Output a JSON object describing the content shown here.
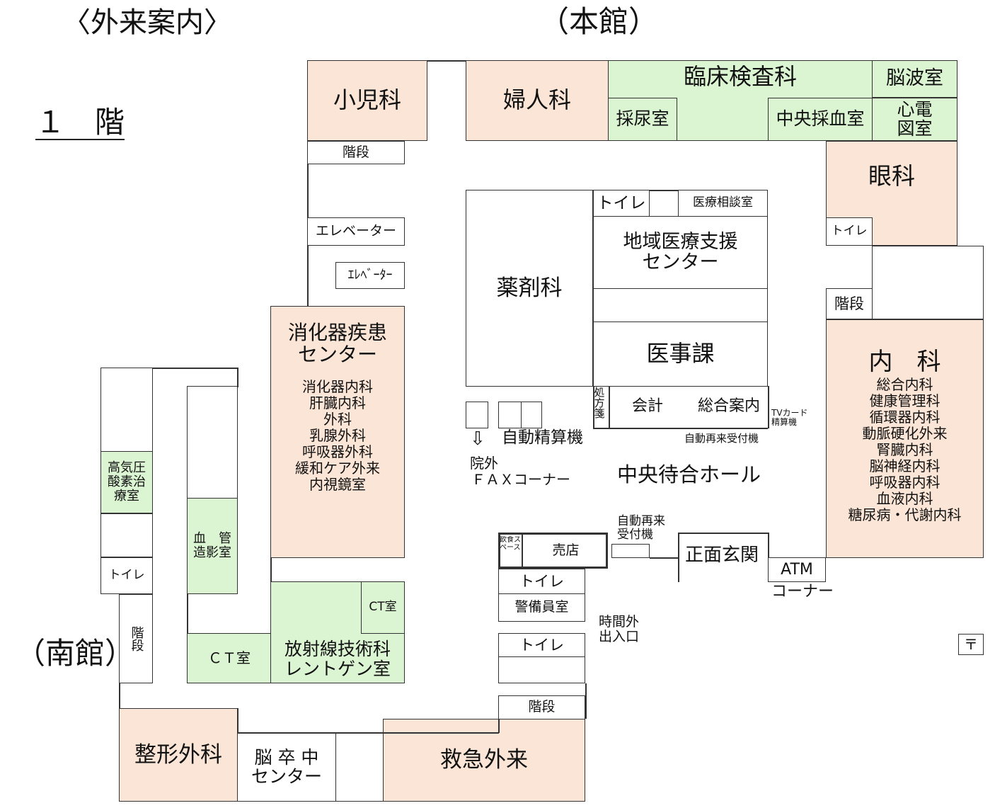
{
  "header": {
    "guide_title": "〈外来案内〉",
    "main_building": "（本館）",
    "floor": "１　階",
    "south_building": "（南館）"
  },
  "rooms": {
    "pediatrics": "小児科",
    "gynecology": "婦人科",
    "clinical_lab": "臨床検査科",
    "eeg": "脳波室",
    "urine": "採尿室",
    "blood_draw": "中央採血室",
    "ecg": "心電\n図室",
    "ophthalmology": "眼科",
    "stairs": "階段",
    "elevator": "エレベーター",
    "elevator_small": "ｴﾚﾍﾞｰﾀｰ",
    "toilet": "トイレ",
    "toilet_small": "トイレ",
    "medical_consult": "医療相談室",
    "regional_center": "地域医療支援\nセンター",
    "pharmacy": "薬剤科",
    "medical_affairs": "医事課",
    "prescription": "処方箋",
    "accounting": "会計",
    "general_info": "総合案内",
    "tv_card": "TVカード\n精算機",
    "auto_reentry": "自動再来受付機",
    "auto_payment": "自動精算機",
    "external_fax_1": "院外",
    "external_fax_2": "ＦＡＸコーナー",
    "central_hall": "中央待合ホール",
    "digestive_center": "消化器疾患\nセンター",
    "digestive_list": "消化器内科\n肝臓内科\n外科\n乳腺外科\n呼吸器外科\n緩和ケア外来\n内視鏡室",
    "internal_medicine": "内　科",
    "internal_list": "総合内科\n健康管理科\n循環器内科\n動脈硬化外来\n腎臓内科\n脳神経内科\n呼吸器内科\n血液内科\n糖尿病・代謝内科",
    "hyperbaric": "高気圧\n酸素治\n療室",
    "angio": "血　管\n造影室",
    "ct_small": "CT室",
    "ct": "ＣＴ室",
    "radiology": "放射線技術科\nレントゲン室",
    "auto_reentry2": "自動再来\n受付機",
    "shop": "売店",
    "eating_space": "飲食スペース",
    "main_entrance": "正面玄関",
    "atm": "ATM",
    "atm_corner": "コーナー",
    "security": "警備員室",
    "after_hours": "時間外\n出入口",
    "orthopedics": "整形外科",
    "stroke_center": "脳 卒 中\nセンター",
    "emergency": "救急外来",
    "postal": "〒"
  },
  "colors": {
    "outpatient_dept": "#fbe5d6",
    "lab_dept": "#dbf5d3"
  }
}
